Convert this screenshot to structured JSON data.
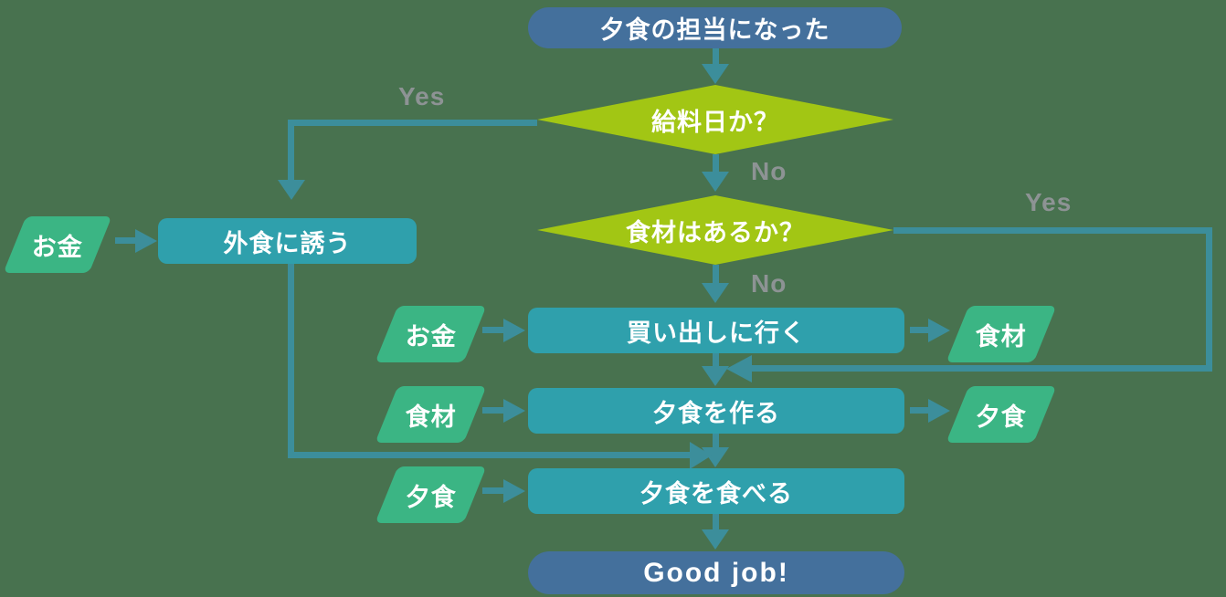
{
  "title": "dinner-duty-flowchart",
  "colors": {
    "bg": "#48724F",
    "blue": "#44709C",
    "teal": "#2FA0AC",
    "green": "#3BB584",
    "lime": "#A2C614",
    "line": "#3C8E9B",
    "gray": "#8D9394",
    "text": "#FFFFFF"
  },
  "nodes": {
    "start": {
      "label": "夕食の担当になった",
      "type": "terminator"
    },
    "payday": {
      "label": "給料日か？",
      "type": "decision"
    },
    "invite": {
      "label": "外食に誘う",
      "type": "process"
    },
    "have_ingredients": {
      "label": "食材はあるか？",
      "type": "decision"
    },
    "shopping": {
      "label": "買い出しに行く",
      "type": "process"
    },
    "cook": {
      "label": "夕食を作る",
      "type": "process"
    },
    "eat": {
      "label": "夕食を食べる",
      "type": "process"
    },
    "end": {
      "label": "Good job!",
      "type": "terminator"
    }
  },
  "io": {
    "money_invite": {
      "label": "お金"
    },
    "money_shopping": {
      "label": "お金"
    },
    "ingredients_out": {
      "label": "食材"
    },
    "ingredients_in": {
      "label": "食材"
    },
    "dinner_out": {
      "label": "夕食"
    },
    "dinner_in": {
      "label": "夕食"
    }
  },
  "edge_labels": {
    "yes_left": "Yes",
    "no_payday": "No",
    "yes_right": "Yes",
    "no_ingredients": "No"
  }
}
